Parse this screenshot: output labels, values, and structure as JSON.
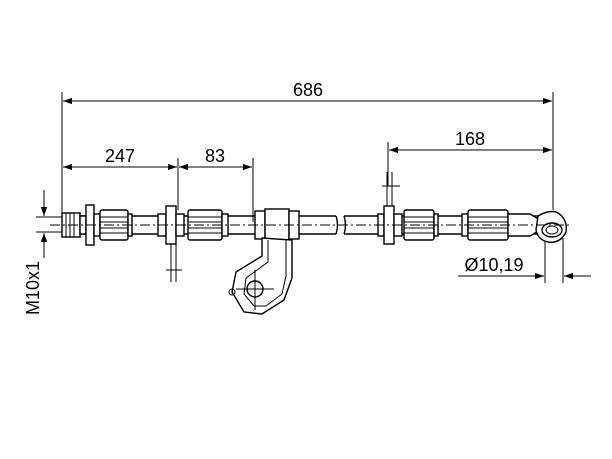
{
  "dimensions": {
    "total_length": "686",
    "first_segment": "247",
    "bracket_offset": "83",
    "end_segment": "168",
    "eye_diameter": "Ø10,19",
    "thread": "M10x1"
  }
}
